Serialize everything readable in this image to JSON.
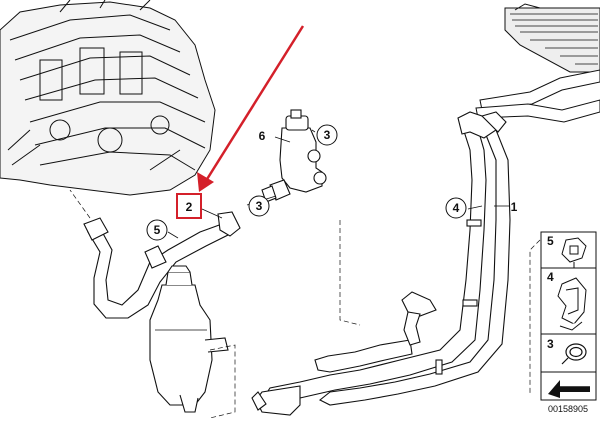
{
  "diagram": {
    "catalog_number": "00158905",
    "highlight_color": "#d4202a",
    "callouts": {
      "c2": "2",
      "c3a": "3",
      "c3b": "3",
      "c4": "4",
      "c5": "5",
      "c6": "6",
      "c1": "1"
    },
    "legend": [
      {
        "number": "5",
        "icon": "clamp-icon"
      },
      {
        "number": "4",
        "icon": "bracket-icon"
      },
      {
        "number": "3",
        "icon": "hose-clip-icon"
      }
    ]
  }
}
